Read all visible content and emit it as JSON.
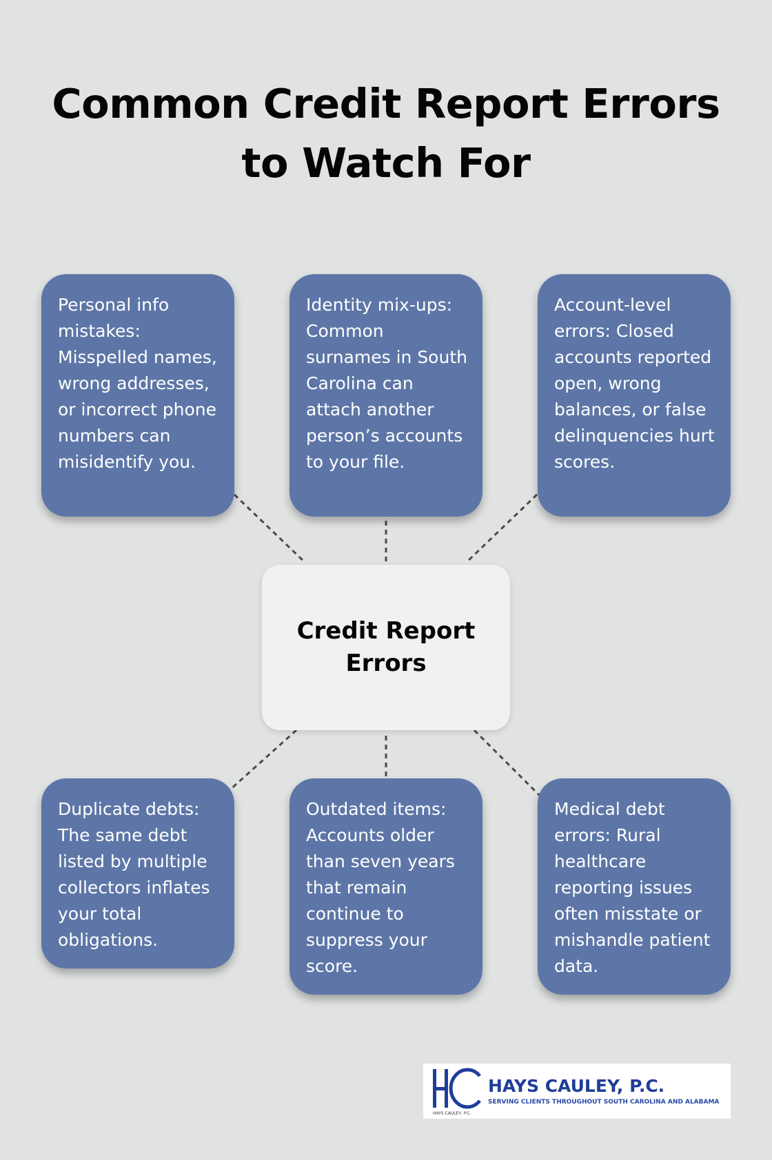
{
  "title": "Common Credit Report Errors to Watch For",
  "center": {
    "label": "Credit Report Errors"
  },
  "cards": [
    {
      "text": "Personal info mistakes: Misspelled names, wrong addresses, or incorrect phone numbers can misidentify you."
    },
    {
      "text": "Identity mix-ups: Common surnames in South Carolina can attach another person’s accounts to your file."
    },
    {
      "text": "Account-level errors: Closed accounts reported open, wrong balances, or false delinquencies hurt scores."
    },
    {
      "text": "Duplicate debts: The same debt listed by multiple collectors inflates your total obligations."
    },
    {
      "text": "Outdated items: Accounts older than seven years that remain continue to suppress your score."
    },
    {
      "text": "Medical debt errors: Rural healthcare reporting issues often misstate or mishandle patient data."
    }
  ],
  "logo": {
    "name": "HAYS CAULEY, P.C.",
    "tagline": "SERVING CLIENTS THROUGHOUT SOUTH CAROLINA AND ALABAMA",
    "small_text": "HAYS CAULEY, P.C.",
    "color": "#1f3d99"
  },
  "colors": {
    "background": "#e1e3e3",
    "card": "#5d76a7",
    "center_node": "#f0f1f3",
    "title_text": "#050505",
    "connector": "#4a4a4a"
  }
}
